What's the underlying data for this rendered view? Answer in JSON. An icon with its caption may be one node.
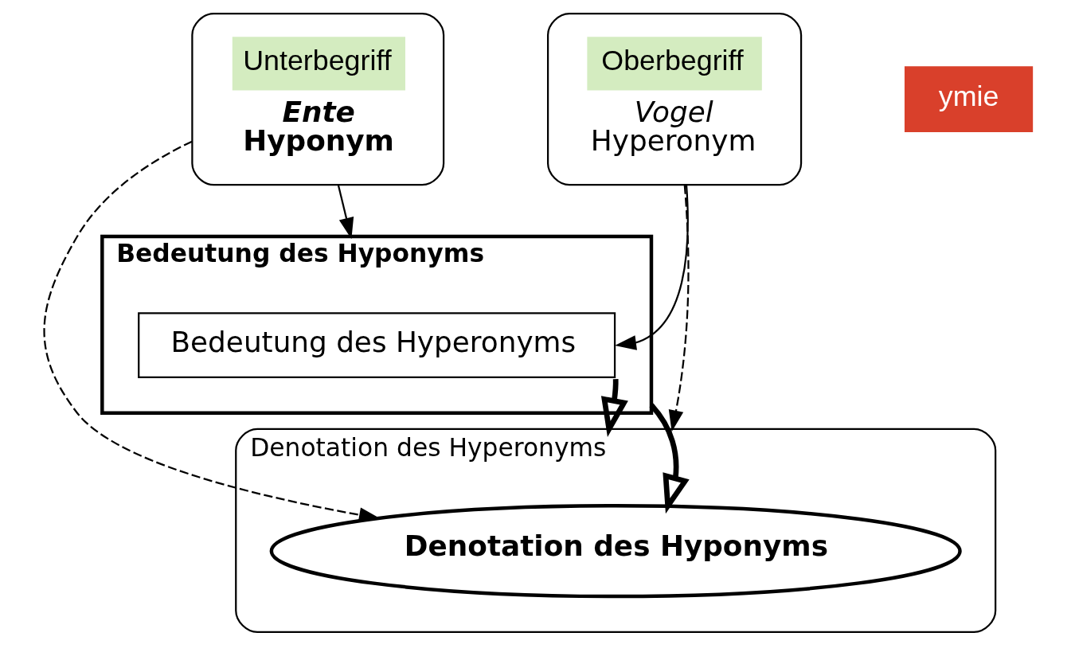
{
  "diagram": {
    "nodes": [
      {
        "text": [
          "Unterbegriff",
          "Ente",
          "Hyponym"
        ]
      },
      {
        "text": [
          "Oberbegriff",
          "Vogel",
          "Hyperonym"
        ]
      },
      {
        "text": [
          "Bedeutung des Hyponyms"
        ]
      },
      {
        "text": [
          "Bedeutung des Hyperonyms"
        ],
        "in": 2
      },
      {
        "text": [
          "Denotation des Hyperonyms"
        ]
      },
      {
        "text": [
          "Denotation des Hyponyms"
        ],
        "in": 4
      }
    ],
    "edges": [
      {
        "from": 0,
        "to": 2,
        "arrow": "to"
      },
      {
        "from": 0,
        "to": 5,
        "arrow": "to",
        "style": "dashed"
      },
      {
        "from": 1,
        "to": 3,
        "arrow": "to"
      },
      {
        "from": 1,
        "to": 4,
        "arrow": "to",
        "style": "dashed"
      },
      {
        "from": 3,
        "to": 4,
        "arrow": "to",
        "style": "thick"
      },
      {
        "from": 2,
        "to": 5,
        "arrow": "to",
        "style": "thick"
      }
    ],
    "labels": [
      "ymie"
    ]
  }
}
